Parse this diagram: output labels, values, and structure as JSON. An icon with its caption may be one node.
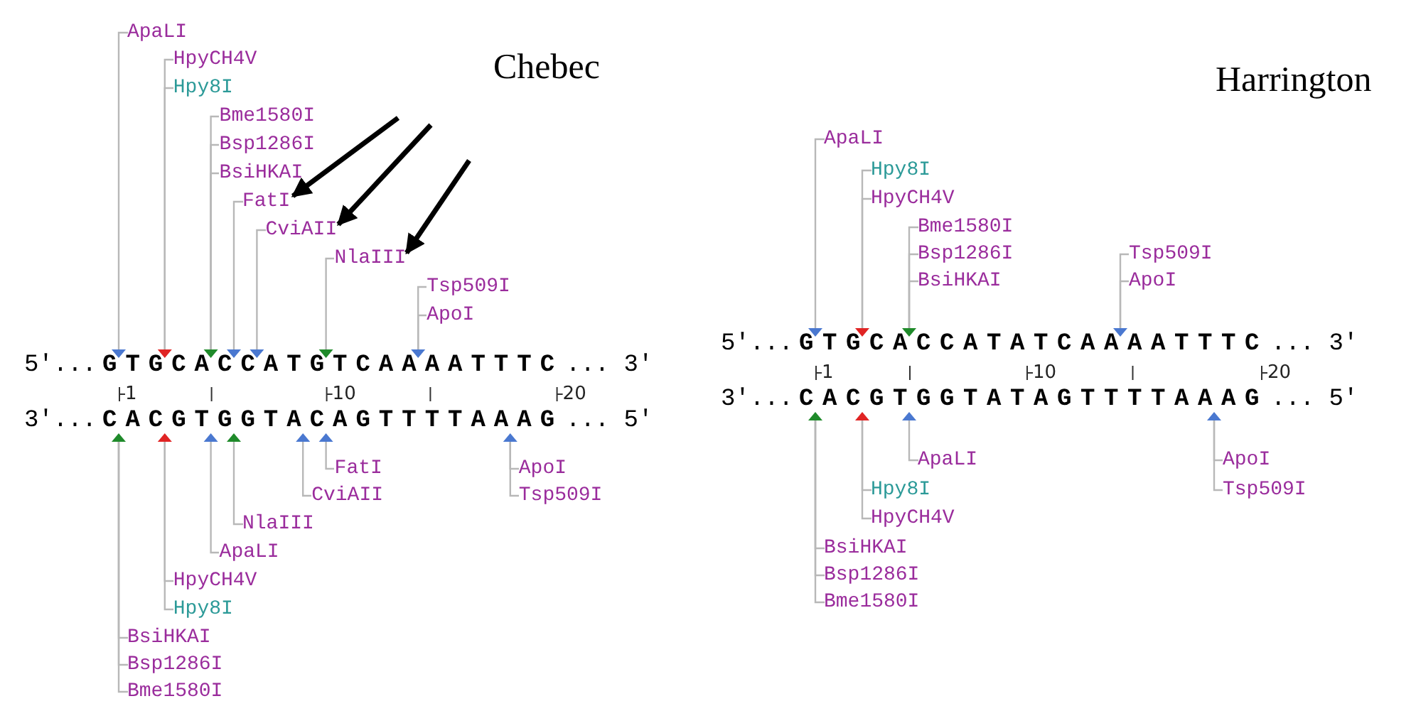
{
  "diagram": {
    "nodes": [
      {
        "text": [
          "ApaLI"
        ]
      },
      {
        "text": [
          "HpyCH4V"
        ]
      },
      {
        "text": [
          "Hpy8I"
        ]
      },
      {
        "text": [
          "Bme1580I"
        ]
      },
      {
        "text": [
          "Bsp1286I"
        ]
      },
      {
        "text": [
          "BsiHKAI"
        ]
      },
      {
        "text": [
          "FatI"
        ]
      },
      {
        "text": [
          "CviAII"
        ]
      },
      {
        "text": [
          "NlaIII"
        ]
      },
      {
        "text": [
          "Tsp509I"
        ]
      },
      {
        "text": [
          "ApoI"
        ]
      },
      {
        "text": [],
        "shape": "triangle"
      },
      {
        "text": [],
        "shape": "triangle"
      },
      {
        "text": [],
        "shape": "triangle"
      },
      {
        "text": [],
        "shape": "triangle"
      },
      {
        "text": [],
        "shape": "triangle"
      },
      {
        "text": [],
        "shape": "triangle"
      },
      {
        "text": [],
        "shape": "triangle"
      },
      {
        "text": [],
        "shape": "triangle"
      },
      {
        "text": [],
        "shape": "triangle"
      },
      {
        "text": [],
        "shape": "triangle"
      },
      {
        "text": [],
        "shape": "triangle"
      },
      {
        "text": [],
        "shape": "triangle"
      },
      {
        "text": [],
        "shape": "triangle"
      },
      {
        "text": [],
        "shape": "triangle"
      },
      {
        "text": [
          "FatI"
        ]
      },
      {
        "text": [
          "CviAII"
        ]
      },
      {
        "text": [
          "NlaIII"
        ]
      },
      {
        "text": [
          "ApaLI"
        ]
      },
      {
        "text": [
          "HpyCH4V"
        ]
      },
      {
        "text": [
          "Hpy8I"
        ]
      },
      {
        "text": [
          "BsiHKAI"
        ]
      },
      {
        "text": [
          "Bsp1286I"
        ]
      },
      {
        "text": [
          "Bme1580I"
        ]
      },
      {
        "text": [
          "ApoI"
        ]
      },
      {
        "text": [
          "Tsp509I"
        ]
      },
      {
        "text": [
          "ApaLI"
        ]
      },
      {
        "text": [
          "Hpy8I"
        ]
      },
      {
        "text": [
          "HpyCH4V"
        ]
      },
      {
        "text": [
          "Bme1580I"
        ]
      },
      {
        "text": [
          "Bsp1286I"
        ]
      },
      {
        "text": [
          "BsiHKAI"
        ]
      },
      {
        "text": [
          "Tsp509I"
        ]
      },
      {
        "text": [
          "ApoI"
        ]
      },
      {
        "text": [],
        "shape": "triangle"
      },
      {
        "text": [],
        "shape": "triangle"
      },
      {
        "text": [],
        "shape": "triangle"
      },
      {
        "text": [],
        "shape": "triangle"
      },
      {
        "text": [],
        "shape": "triangle"
      },
      {
        "text": [],
        "shape": "triangle"
      },
      {
        "text": [],
        "shape": "triangle"
      },
      {
        "text": [],
        "shape": "triangle"
      },
      {
        "text": [
          "ApaLI"
        ]
      },
      {
        "text": [
          "Hpy8I"
        ]
      },
      {
        "text": [
          "HpyCH4V"
        ]
      },
      {
        "text": [
          "BsiHKAI"
        ]
      },
      {
        "text": [
          "Bsp1286I"
        ]
      },
      {
        "text": [
          "Bme1580I"
        ]
      },
      {
        "text": [
          "ApoI"
        ]
      },
      {
        "text": [
          "Tsp509I"
        ]
      }
    ],
    "edges": [
      {
        "from": 0,
        "to": 11,
        "arrow": "none"
      },
      {
        "from": 1,
        "to": 12,
        "arrow": "none"
      },
      {
        "from": 2,
        "to": 12,
        "arrow": "none"
      },
      {
        "from": 3,
        "to": 13,
        "arrow": "none"
      },
      {
        "from": 4,
        "to": 13,
        "arrow": "none"
      },
      {
        "from": 5,
        "to": 13,
        "arrow": "none"
      },
      {
        "from": 6,
        "to": 14,
        "arrow": "none"
      },
      {
        "from": 7,
        "to": 15,
        "arrow": "none"
      },
      {
        "from": 8,
        "to": 16,
        "arrow": "none"
      },
      {
        "from": 9,
        "to": 17,
        "arrow": "none"
      },
      {
        "from": 10,
        "to": 17,
        "arrow": "none"
      },
      {
        "from": 25,
        "to": 23,
        "arrow": "none"
      },
      {
        "from": 26,
        "to": 22,
        "arrow": "none"
      },
      {
        "from": 27,
        "to": 21,
        "arrow": "none"
      },
      {
        "from": 28,
        "to": 20,
        "arrow": "none"
      },
      {
        "from": 29,
        "to": 19,
        "arrow": "none"
      },
      {
        "from": 30,
        "to": 19,
        "arrow": "none"
      },
      {
        "from": 31,
        "to": 18,
        "arrow": "none"
      },
      {
        "from": 32,
        "to": 18,
        "arrow": "none"
      },
      {
        "from": 33,
        "to": 18,
        "arrow": "none"
      },
      {
        "from": 34,
        "to": 24,
        "arrow": "none"
      },
      {
        "from": 35,
        "to": 24,
        "arrow": "none"
      },
      {
        "from": 36,
        "to": 44,
        "arrow": "none"
      },
      {
        "from": 37,
        "to": 45,
        "arrow": "none"
      },
      {
        "from": 38,
        "to": 45,
        "arrow": "none"
      },
      {
        "from": 39,
        "to": 46,
        "arrow": "none"
      },
      {
        "from": 40,
        "to": 46,
        "arrow": "none"
      },
      {
        "from": 41,
        "to": 46,
        "arrow": "none"
      },
      {
        "from": 42,
        "to": 47,
        "arrow": "none"
      },
      {
        "from": 43,
        "to": 47,
        "arrow": "none"
      },
      {
        "from": 52,
        "to": 50,
        "arrow": "none"
      },
      {
        "from": 53,
        "to": 49,
        "arrow": "none"
      },
      {
        "from": 54,
        "to": 49,
        "arrow": "none"
      },
      {
        "from": 55,
        "to": 48,
        "arrow": "none"
      },
      {
        "from": 56,
        "to": 48,
        "arrow": "none"
      },
      {
        "from": 57,
        "to": 48,
        "arrow": "none"
      },
      {
        "from": 58,
        "to": 51,
        "arrow": "none"
      },
      {
        "from": 59,
        "to": 51,
        "arrow": "none"
      },
      {
        "from": null,
        "to": 6,
        "arrow": "to",
        "style": "thick",
        "color": "#000000"
      },
      {
        "from": null,
        "to": 7,
        "arrow": "to",
        "style": "thick",
        "color": "#000000"
      },
      {
        "from": null,
        "to": 8,
        "arrow": "to",
        "style": "thick",
        "color": "#000000"
      }
    ],
    "labels": [
      "Chebec",
      "5′...",
      "GTGCACCATGTCAAAATTTC",
      "... 3′",
      "1",
      "10",
      "20",
      "3′...",
      "CACGTGGTACAGTTTTAAAG",
      "... 5′",
      "Harrington",
      "5′...",
      "GTGCACCATATCAAAATTTC",
      "... 3′",
      "1",
      "10",
      "20",
      "3′...",
      "CACGTGGTATAGTTTTAAAG",
      "... 5′"
    ]
  }
}
